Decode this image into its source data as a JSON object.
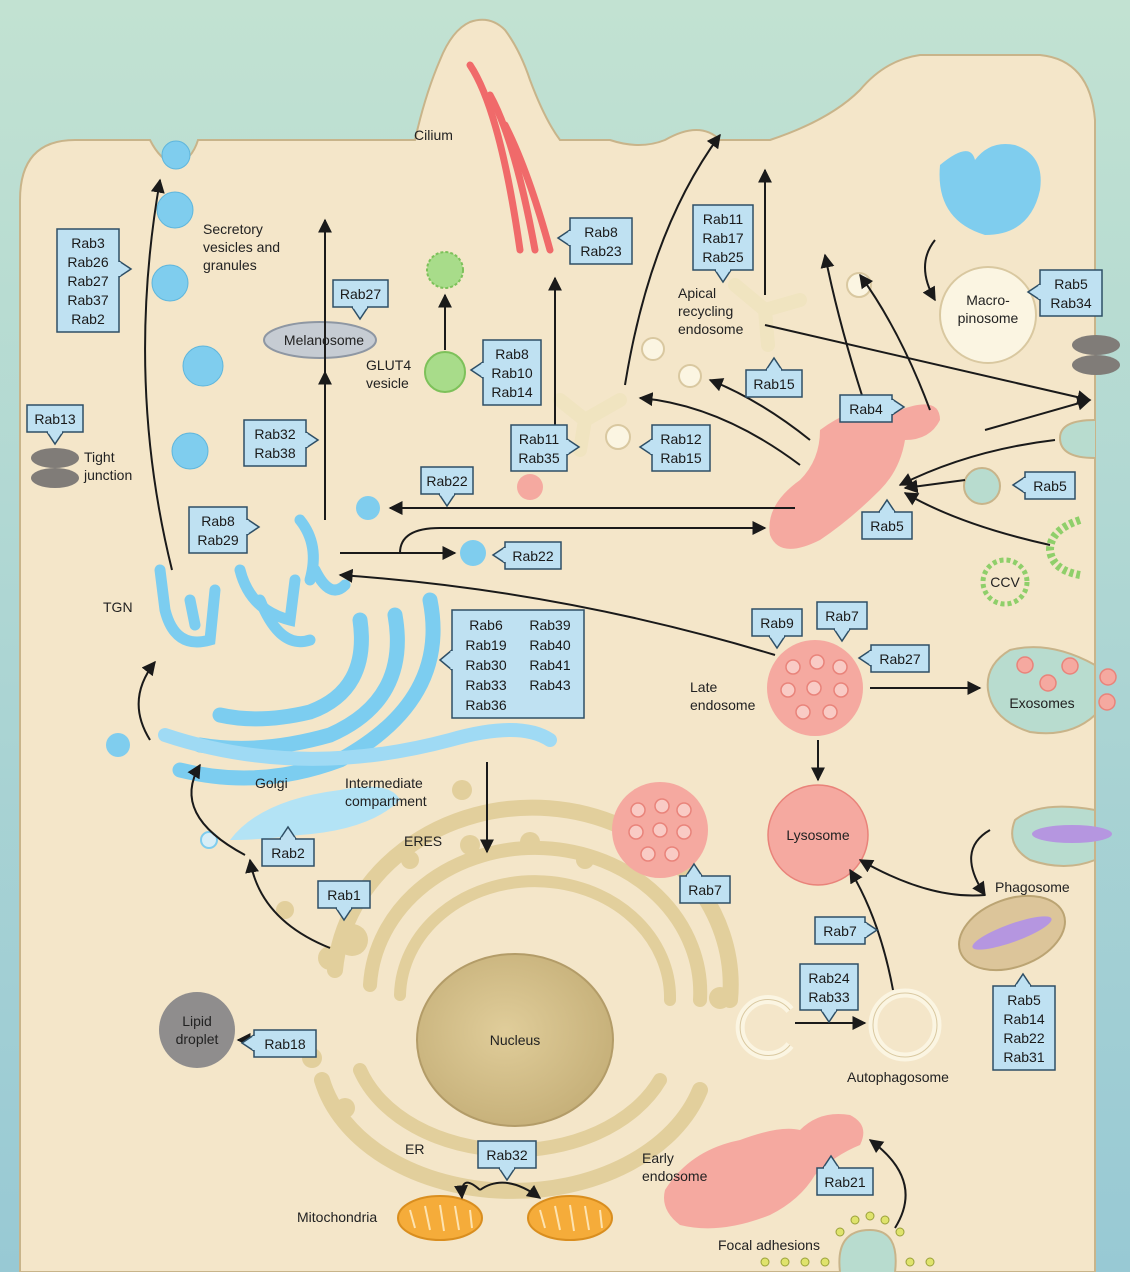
{
  "labels": {
    "cilium": "Cilium",
    "secretory": [
      "Secretory",
      "vesicles and",
      "granules"
    ],
    "melanosome": "Melanosome",
    "glut4": [
      "GLUT4",
      "vesicle"
    ],
    "apical": [
      "Apical",
      "recycling",
      "endosome"
    ],
    "macropinosome": [
      "Macro-",
      "pinosome"
    ],
    "tight_junction": [
      "Tight",
      "junction"
    ],
    "tgn": "TGN",
    "ccv": "CCV",
    "late_endosome": [
      "Late",
      "endosome"
    ],
    "exosomes": "Exosomes",
    "golgi": "Golgi",
    "intermediate": [
      "Intermediate",
      "compartment"
    ],
    "eres": "ERES",
    "lysosome": "Lysosome",
    "phagosome": "Phagosome",
    "nucleus": "Nucleus",
    "lipid_droplet": [
      "Lipid",
      "droplet"
    ],
    "autophagosome": "Autophagosome",
    "er": "ER",
    "early_endosome": [
      "Early",
      "endosome"
    ],
    "mitochondria": "Mitochondria",
    "focal_adhesions": "Focal adhesions"
  },
  "rabs": {
    "secretory": [
      "Rab3",
      "Rab26",
      "Rab27",
      "Rab37",
      "Rab2"
    ],
    "melanosome": [
      "Rab27"
    ],
    "cilium": [
      "Rab8",
      "Rab23"
    ],
    "apical": [
      "Rab11",
      "Rab17",
      "Rab25"
    ],
    "macropinosome": [
      "Rab5",
      "Rab34"
    ],
    "glut4": [
      "Rab8",
      "Rab10",
      "Rab14"
    ],
    "recycling_out": [
      "Rab15"
    ],
    "tight_junction": [
      "Rab13"
    ],
    "melanosome_biogenesis": [
      "Rab32",
      "Rab38"
    ],
    "recycling_endosome": [
      "Rab11",
      "Rab35"
    ],
    "recycling_vesicle": [
      "Rab12",
      "Rab15"
    ],
    "rab4": [
      "Rab4"
    ],
    "rab22_top": [
      "Rab22"
    ],
    "endocytic_vesicle": [
      "Rab5"
    ],
    "early_endosome_entry": [
      "Rab5"
    ],
    "tgn_exit": [
      "Rab8",
      "Rab29"
    ],
    "rab22_vesicle": [
      "Rab22"
    ],
    "golgi_col1": [
      "Rab6",
      "Rab19",
      "Rab30",
      "Rab33",
      "Rab36"
    ],
    "golgi_col2": [
      "Rab39",
      "Rab40",
      "Rab41",
      "Rab43"
    ],
    "late_rab9": [
      "Rab9"
    ],
    "late_rab7": [
      "Rab7"
    ],
    "late_rab27": [
      "Rab27"
    ],
    "er_golgi": [
      "Rab2"
    ],
    "eres": [
      "Rab1"
    ],
    "mvb": [
      "Rab7"
    ],
    "autophagy_rab7": [
      "Rab7"
    ],
    "autophagosome": [
      "Rab24",
      "Rab33"
    ],
    "phagosome": [
      "Rab5",
      "Rab14",
      "Rab22",
      "Rab31"
    ],
    "lipid": [
      "Rab18"
    ],
    "mitochondria": [
      "Rab32"
    ],
    "focal": [
      "Rab21"
    ]
  },
  "colors": {
    "background_top": "#b8dccf",
    "background_bottom": "#9ccbd2",
    "cell": "#f4e6c9",
    "cell_outline": "#c8b48a",
    "rab_box": "#bfe1f2",
    "rab_box_border": "#2e4f66",
    "secretory_blue": "#7fcdee",
    "golgi_blue": "#7ccdf0",
    "endosome_pink": "#f5a9a0",
    "er_tan": "#e2cf9c",
    "nucleus": "#d3bf8b",
    "glut4_green": "#a8dc8a",
    "mito_orange": "#f5ac3a",
    "lipid_gray": "#8f8d8d",
    "cilium_red": "#f06a6a",
    "phago_purple": "#b596e0"
  }
}
